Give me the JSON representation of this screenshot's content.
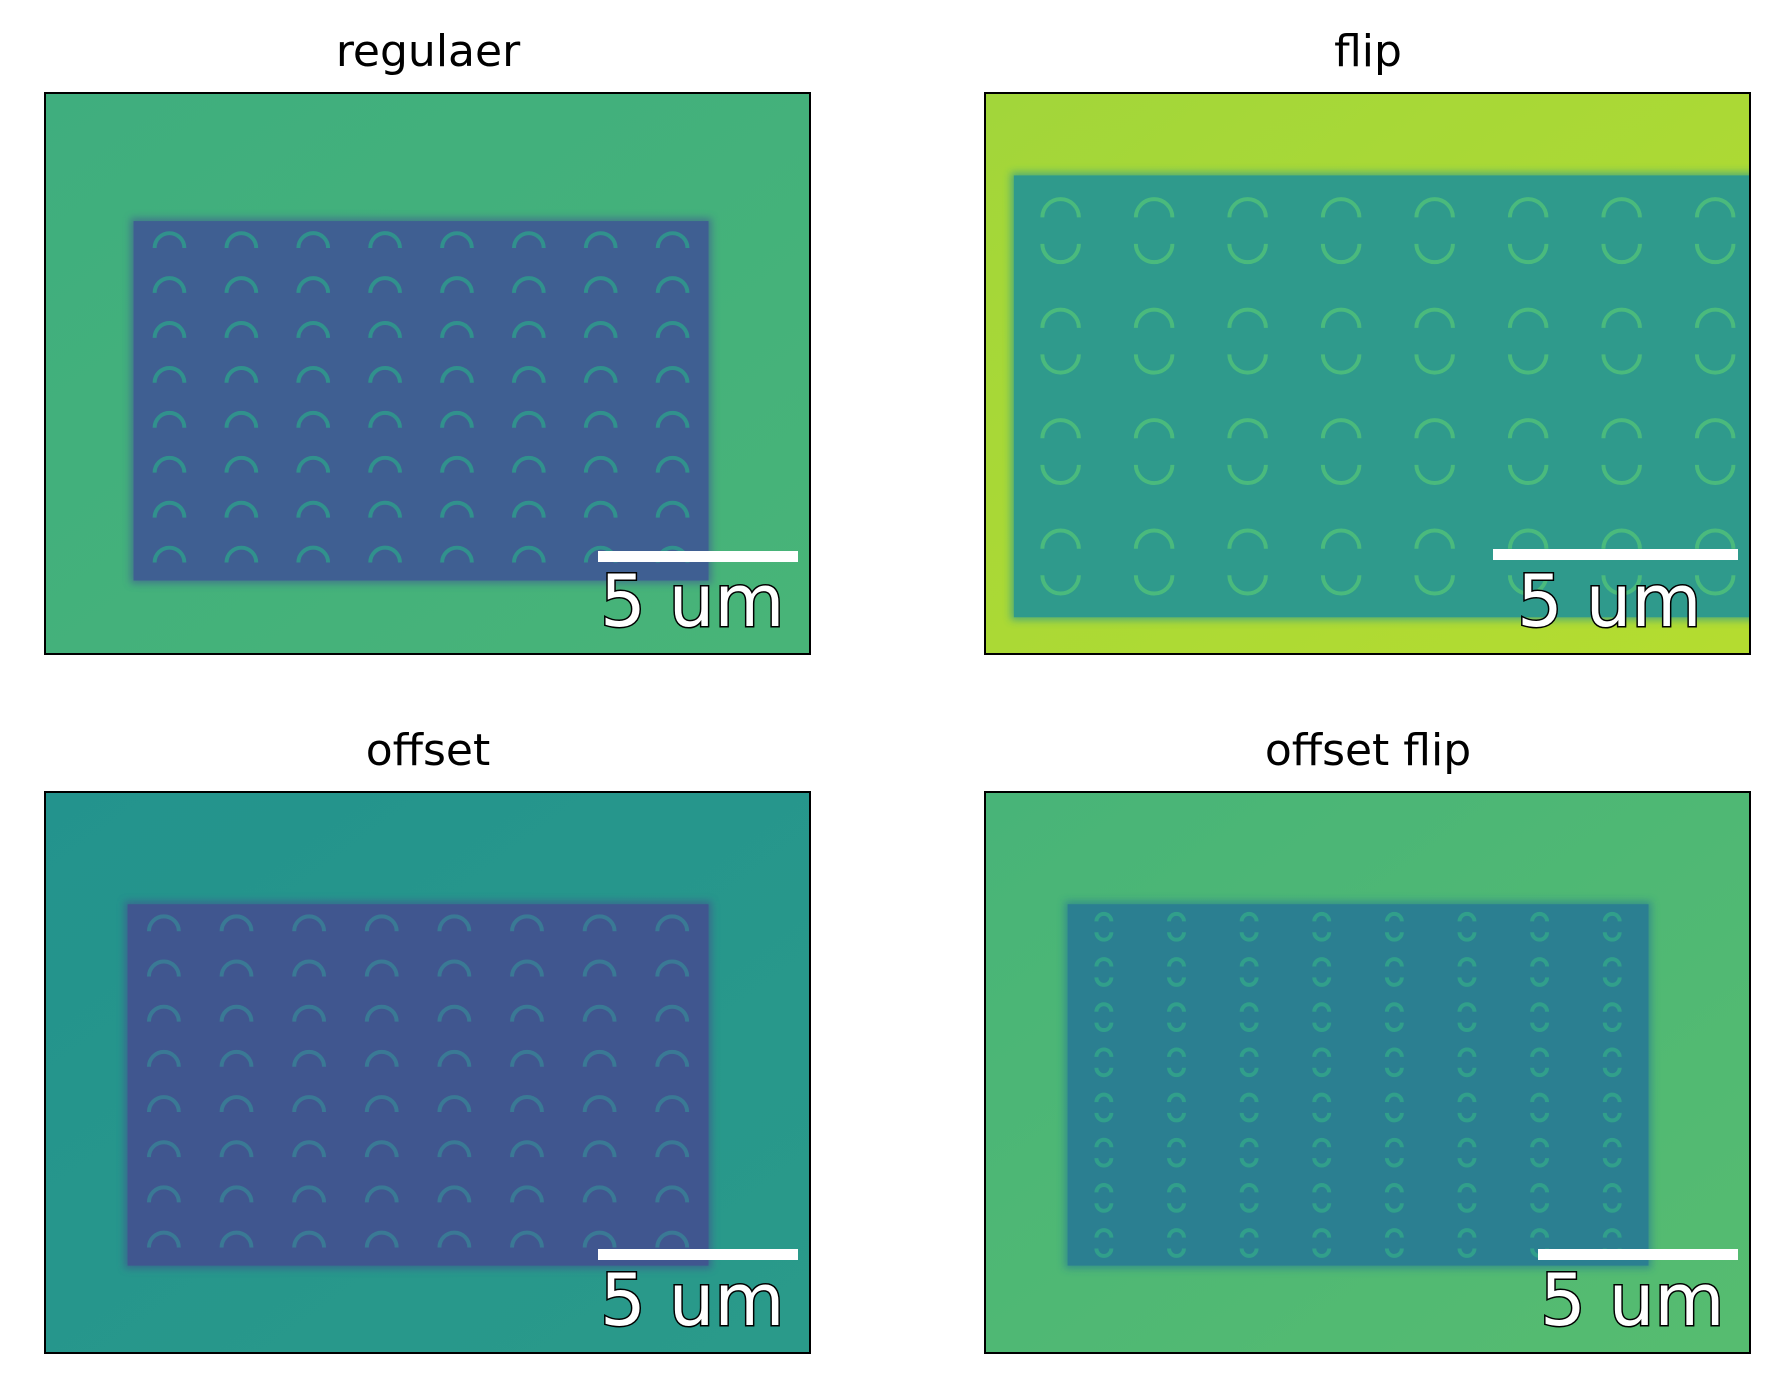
{
  "panels": [
    {
      "title": "regulaer",
      "scale_label": "5 um",
      "bg": "#3fae7e",
      "bg2": "#48b478",
      "inner": "#3f5f92",
      "ring": "#2f9a8c",
      "ring_style": "arc-up",
      "rows": 8,
      "cols": 8
    },
    {
      "title": "flip",
      "scale_label": "5 um",
      "bg": "#a2d63a",
      "bg2": "#b4dc30",
      "inner": "#2f9a8c",
      "ring": "#4fc07a",
      "ring_style": "s-pair",
      "rows": 4,
      "cols": 8
    },
    {
      "title": "offset",
      "scale_label": "5 um",
      "bg": "#23938d",
      "bg2": "#2a9a8a",
      "inner": "#40568f",
      "ring": "#3a7f96",
      "ring_style": "arc-up",
      "rows": 8,
      "cols": 8
    },
    {
      "title": "offset flip",
      "scale_label": "5 um",
      "bg": "#48b478",
      "bg2": "#56bc70",
      "inner": "#2b7f91",
      "ring": "#33a48a",
      "ring_style": "s-pair",
      "rows": 8,
      "cols": 8
    }
  ]
}
